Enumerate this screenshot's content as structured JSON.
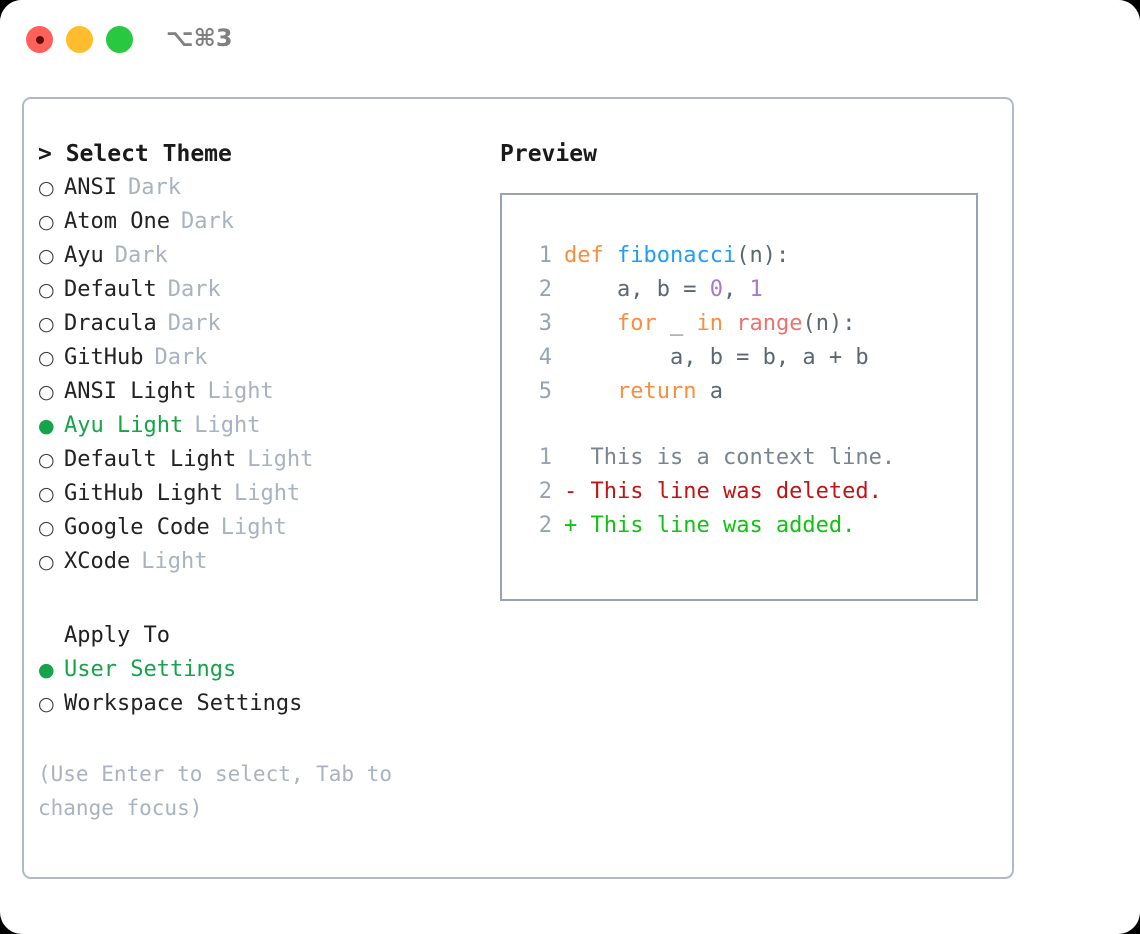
{
  "titlebar": {
    "shortcut": "⌥⌘3",
    "buttons": {
      "close": "close-button",
      "minimize": "minimize-button",
      "maximize": "maximize-button"
    }
  },
  "theme_panel": {
    "header": "> Select Theme",
    "items": [
      {
        "bullet": "○",
        "name": "ANSI",
        "tag": "Dark",
        "selected": false
      },
      {
        "bullet": "○",
        "name": "Atom One",
        "tag": "Dark",
        "selected": false
      },
      {
        "bullet": "○",
        "name": "Ayu",
        "tag": "Dark",
        "selected": false
      },
      {
        "bullet": "○",
        "name": "Default",
        "tag": "Dark",
        "selected": false
      },
      {
        "bullet": "○",
        "name": "Dracula",
        "tag": "Dark",
        "selected": false
      },
      {
        "bullet": "○",
        "name": "GitHub",
        "tag": "Dark",
        "selected": false
      },
      {
        "bullet": "○",
        "name": "ANSI Light",
        "tag": "Light",
        "selected": false
      },
      {
        "bullet": "●",
        "name": "Ayu Light",
        "tag": "Light",
        "selected": true
      },
      {
        "bullet": "○",
        "name": "Default Light",
        "tag": "Light",
        "selected": false
      },
      {
        "bullet": "○",
        "name": "GitHub Light",
        "tag": "Light",
        "selected": false
      },
      {
        "bullet": "○",
        "name": "Google Code",
        "tag": "Light",
        "selected": false
      },
      {
        "bullet": "○",
        "name": "XCode",
        "tag": "Light",
        "selected": false
      }
    ]
  },
  "apply_to": {
    "header": "Apply To",
    "options": [
      {
        "bullet": "●",
        "name": "User Settings",
        "selected": true
      },
      {
        "bullet": "○",
        "name": "Workspace Settings",
        "selected": false
      }
    ]
  },
  "help_text": "(Use Enter to select, Tab to change focus)",
  "preview": {
    "header": "Preview",
    "code_lines": [
      {
        "num": "1",
        "tokens": [
          {
            "t": "def",
            "c": "t-kw"
          },
          {
            "t": " ",
            "c": "t-punc"
          },
          {
            "t": "fibonacci",
            "c": "t-fn"
          },
          {
            "t": "(n):",
            "c": "t-punc"
          }
        ]
      },
      {
        "num": "2",
        "tokens": [
          {
            "t": "    a, b = ",
            "c": "t-var"
          },
          {
            "t": "0",
            "c": "t-num"
          },
          {
            "t": ", ",
            "c": "t-var"
          },
          {
            "t": "1",
            "c": "t-num"
          }
        ]
      },
      {
        "num": "3",
        "tokens": [
          {
            "t": "    ",
            "c": "t-var"
          },
          {
            "t": "for",
            "c": "t-kw"
          },
          {
            "t": " _ ",
            "c": "t-var"
          },
          {
            "t": "in",
            "c": "t-kw"
          },
          {
            "t": " ",
            "c": "t-var"
          },
          {
            "t": "range",
            "c": "t-call"
          },
          {
            "t": "(n):",
            "c": "t-punc"
          }
        ]
      },
      {
        "num": "4",
        "tokens": [
          {
            "t": "        a, b = b, a + b",
            "c": "t-var"
          }
        ]
      },
      {
        "num": "5",
        "tokens": [
          {
            "t": "    ",
            "c": "t-var"
          },
          {
            "t": "return",
            "c": "t-kw"
          },
          {
            "t": " a",
            "c": "t-var"
          }
        ]
      }
    ],
    "diff_lines": [
      {
        "num": "1",
        "marker": "  ",
        "text": "This is a context line.",
        "c": "t-ctx"
      },
      {
        "num": "2",
        "marker": "- ",
        "text": "This line was deleted.",
        "c": "t-del"
      },
      {
        "num": "2",
        "marker": "+ ",
        "text": "This line was added.",
        "c": "t-add"
      }
    ]
  },
  "colors": {
    "accent_green": "#16a34a",
    "border": "#b0b9c6",
    "preview_border": "#97a3b4",
    "muted": "#a9b2c0",
    "keyword": "#fa8d3e",
    "function": "#1e9ef5",
    "number": "#a37acc",
    "call": "#f07171",
    "diff_add": "#12c112",
    "diff_del": "#c11414",
    "traffic_red": "#ff6159",
    "traffic_yellow": "#ffbd2e",
    "traffic_green": "#28c840"
  }
}
